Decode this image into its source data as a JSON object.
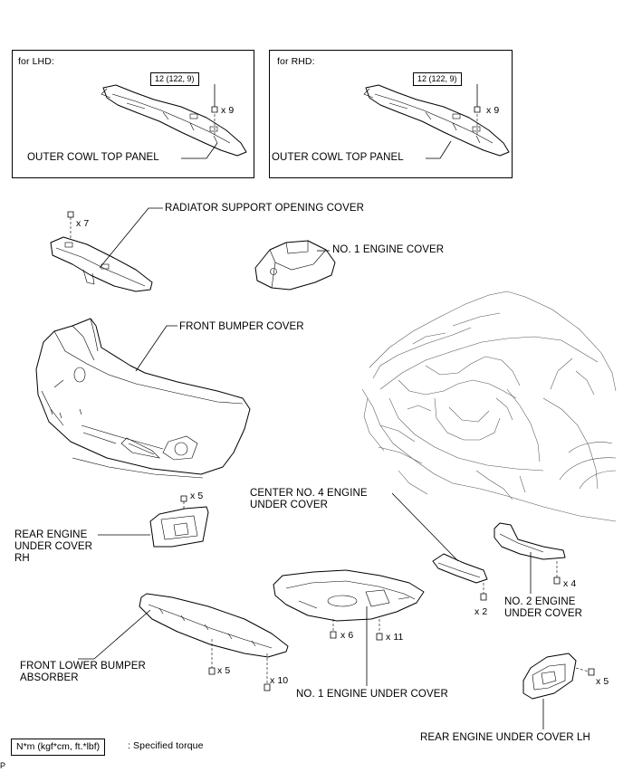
{
  "panels": {
    "lhd": {
      "title": "for LHD:",
      "torque": "12 (122, 9)",
      "count": "x 9",
      "part_label": "OUTER COWL TOP PANEL"
    },
    "rhd": {
      "title": "for RHD:",
      "torque": "12 (122, 9)",
      "count": "x 9",
      "part_label": "OUTER COWL TOP PANEL"
    }
  },
  "parts": {
    "radiator_cover": {
      "label": "RADIATOR SUPPORT OPENING COVER",
      "count": "x 7"
    },
    "engine_cover": {
      "label": "NO. 1 ENGINE COVER"
    },
    "front_bumper": {
      "label": "FRONT BUMPER COVER"
    },
    "center_no4": {
      "label": "CENTER NO. 4 ENGINE\nUNDER COVER",
      "count": "x 2"
    },
    "rear_rh": {
      "label": "REAR ENGINE\nUNDER COVER\nRH",
      "count": "x 5"
    },
    "no2_under": {
      "label": "NO. 2 ENGINE\nUNDER COVER",
      "count": "x 4"
    },
    "no1_under": {
      "label": "NO. 1 ENGINE UNDER COVER",
      "count_a": "x 6",
      "count_b": "x 11"
    },
    "front_lower": {
      "label": "FRONT LOWER BUMPER\nABSORBER",
      "count_a": "x 5",
      "count_b": "x 10"
    },
    "rear_lh": {
      "label": "REAR ENGINE UNDER COVER LH",
      "count": "x 5"
    }
  },
  "legend": {
    "unit": "N*m (kgf*cm, ft.*lbf)",
    "text": ": Specified torque"
  },
  "footer": {
    "code": "P"
  }
}
